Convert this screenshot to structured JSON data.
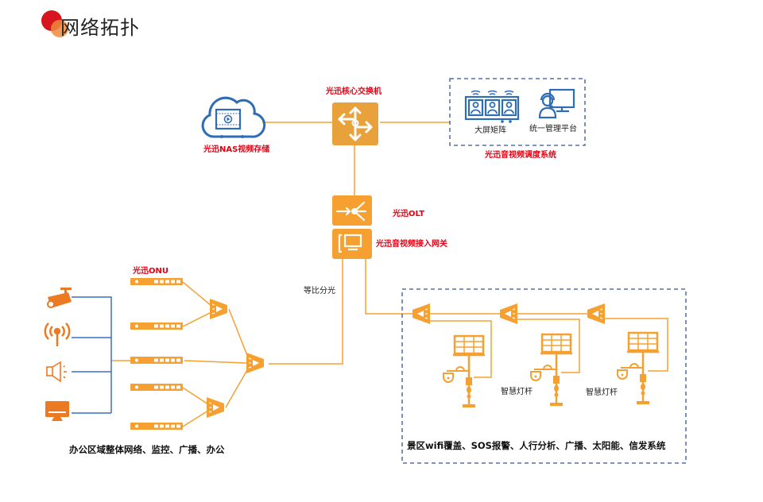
{
  "header": {
    "title": "网络拓扑"
  },
  "colors": {
    "device_orange": "#f5a030",
    "core_switch": "#e9a23b",
    "link_orange": "#f5a030",
    "link_blue": "#3a6fc6",
    "box_dashed": "#2f5496",
    "label_red": "#e60012",
    "icon_blue": "#2e6db4",
    "icon_orange": "#ec7a22"
  },
  "nodes": {
    "nas": {
      "label": "光迅NAS视频存储",
      "icon": "cloud-video-icon"
    },
    "core_switch": {
      "label": "光迅核心交换机",
      "icon": "switch-arrows-icon"
    },
    "dispatch_system": {
      "label": "光迅音视频调度系统",
      "members": [
        {
          "label": "大屏矩阵",
          "icon": "video-wall-icon"
        },
        {
          "label": "统一管理平台",
          "icon": "operator-console-icon"
        }
      ]
    },
    "olt": {
      "label": "光迅OLT",
      "icon": "olt-icon"
    },
    "gateway": {
      "label": "光迅音视频接入网关",
      "icon": "gateway-icon"
    },
    "onu_group": {
      "label": "光迅ONU",
      "count": 5
    },
    "splitter_label": "等比分光",
    "office_devices": [
      {
        "name": "camera",
        "icon": "camera-icon"
      },
      {
        "name": "wifi",
        "icon": "wifi-antenna-icon"
      },
      {
        "name": "speaker",
        "icon": "speaker-icon"
      },
      {
        "name": "monitor",
        "icon": "monitor-icon"
      }
    ],
    "office_caption": "办公区域整体网络、监控、广播、办公",
    "scenic_area": {
      "caption": "景区wifi覆盖、SOS报警、人行分析、广播、太阳能、信发系统",
      "pole_labels": [
        "智慧灯杆",
        "智慧灯杆"
      ],
      "pole_count": 3
    }
  }
}
